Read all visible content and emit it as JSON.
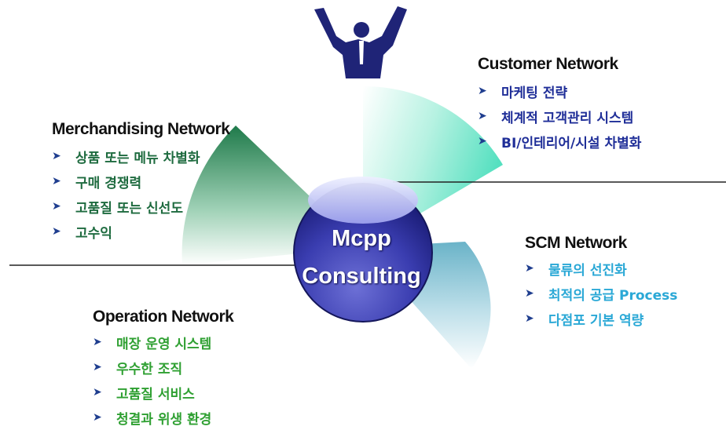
{
  "center": {
    "line1": "Mcpp",
    "line2": "Consulting"
  },
  "colors": {
    "center_dark": "#2b2e96",
    "center_light": "#6d70d6",
    "merch_text": "#1e6b3f",
    "customer_text": "#1f2e98",
    "scm_text": "#2aa8d6",
    "operation_text": "#2fa032",
    "arrow": "#1f3e8f"
  },
  "merchandising": {
    "title": "Merchandising Network",
    "items": [
      "상품 또는 메뉴 차별화",
      "구매 경쟁력",
      "고품질 또는 신선도",
      "고수익"
    ]
  },
  "customer": {
    "title": "Customer Network",
    "items": [
      "마케팅 전략",
      "체계적 고객관리 시스템",
      "BI/인테리어/시설 차별화"
    ]
  },
  "scm": {
    "title": "SCM Network",
    "items": [
      "물류의 선진화",
      "최적의 공급 Process",
      "다점포 기본 역량"
    ]
  },
  "operation": {
    "title": "Operation Network",
    "items": [
      "매장 운영 시스템",
      "우수한 조직",
      "고품질 서비스",
      "청결과 위생 환경"
    ]
  },
  "icons": [
    "arrow-bullet-icon",
    "person-arms-raised-icon"
  ]
}
